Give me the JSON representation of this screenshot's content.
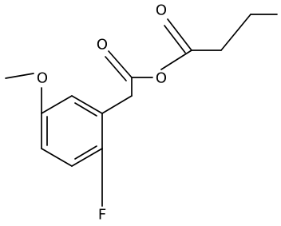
{
  "molecule": {
    "atoms": {
      "ester_carbonyl_oxygen": "O",
      "anhydride_bridge_oxygen": "O",
      "butanoyl_carbonyl_oxygen": "O",
      "methoxy_oxygen": "O",
      "fluorine": "F"
    }
  }
}
